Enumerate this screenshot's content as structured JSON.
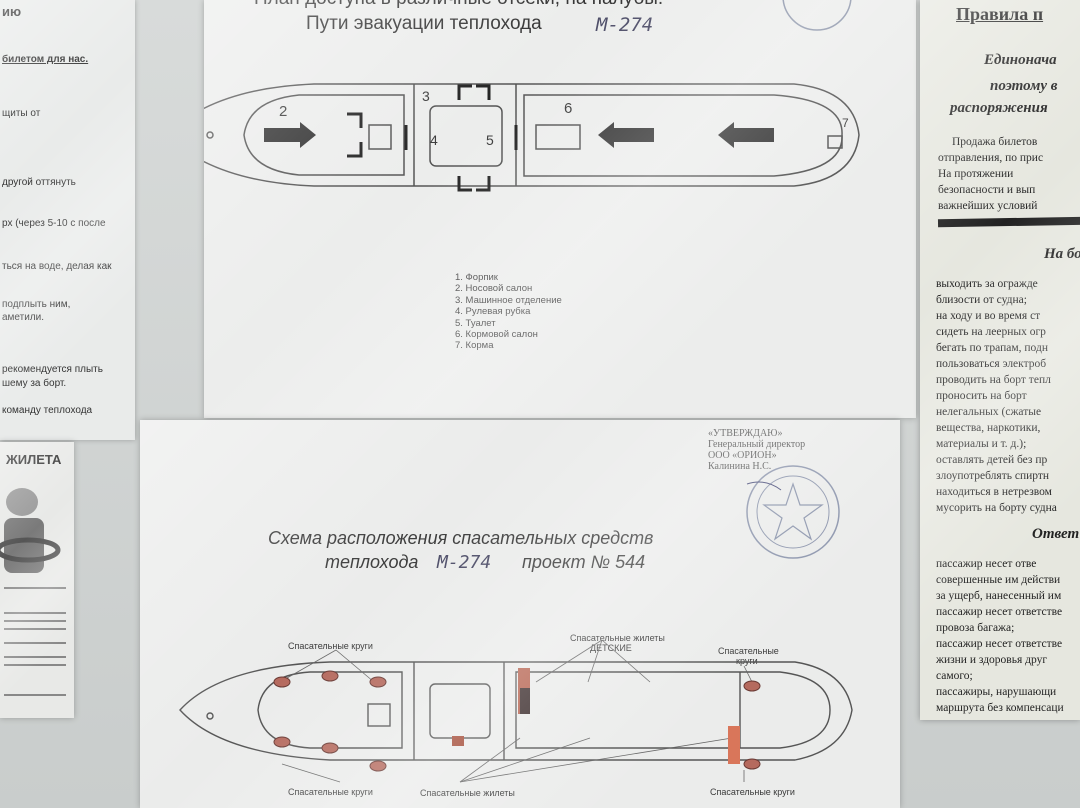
{
  "top_plan": {
    "title_line1": "План доступа в различные отсеки, на палубы.",
    "title_line2": "Пути эвакуации теплохода",
    "handwritten_name": "М-274",
    "section_numbers": [
      "2",
      "3",
      "4",
      "5",
      "6",
      "7"
    ],
    "legend": [
      "1. Форпик",
      "2. Носовой салон",
      "3. Машинное отделение",
      "4. Рулевая рубка",
      "5. Туалет",
      "6. Кормовой салон",
      "7. Корма"
    ]
  },
  "bottom_plan": {
    "approval": [
      "«УТВЕРЖДАЮ»",
      "Генеральный директор",
      "ООО «ОРИОН»",
      "Калинина Н.С."
    ],
    "title_line1": "Схема расположения спасательных средств",
    "title_line2_prefix": "теплохода",
    "handwritten_name": "М-274",
    "title_line2_suffix": "проект № 544",
    "labels": {
      "rings_left_top": "Спасательные круги",
      "vests_children": "Спасательные жилеты",
      "vests_children_sub": "ДЕТСКИЕ",
      "rings_right_top": "Спасательные",
      "rings_right_top_sub": "круги",
      "rings_left_bottom": "Спасательные круги",
      "vests_bottom": "Спасательные жилеты",
      "rings_right_bottom": "Спасательные круги"
    }
  },
  "right_sheet": {
    "title": "Правила п",
    "lines": [
      "Единонача",
      "поэтому в",
      "распоряжения",
      "Продажа билетов",
      "отправления, по прис",
      "На протяжении",
      "безопасности и вып",
      "важнейших условий",
      "На бор",
      "выходить за огражде",
      "близости от судна;",
      "на ходу и во время ст",
      "сидеть на леерных огр",
      "бегать по трапам, подн",
      "пользоваться электроб",
      "проводить на борт тепл",
      "проносить на борт",
      "нелегальных (сжатые",
      "вещества, наркотики,",
      "материалы и т. д.);",
      "оставлять детей без пр",
      "злоупотреблять спиртн",
      "находиться в нетрезвом",
      "мусорить на борту судна",
      "Ответ",
      "пассажир несет отве",
      "совершенные им действи",
      "за ущерб, нанесенный им",
      "пассажир несет ответстве",
      "провоза багажа;",
      "пассажир несет ответстве",
      "жизни и здоровья друг",
      "самого;",
      "пассажиры, нарушающи",
      "маршрута без компенсаци"
    ]
  },
  "left_sheet": {
    "lines": [
      "ию",
      "билетом для нас.",
      "щиты от",
      "другой оттянуть",
      "рх (через 5-10 с после",
      "ться на воде, делая как",
      "подплыть ним,",
      "аметили.",
      "рекомендуется плыть",
      "шему за борт.",
      "команду теплохода"
    ]
  },
  "vest_poster": {
    "title": "ЖИЛЕТА"
  }
}
